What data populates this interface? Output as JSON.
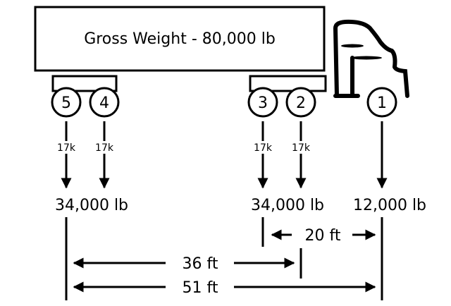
{
  "title": "Gross Weight - 80,000 lb",
  "axles": [
    {
      "number": "5",
      "load_label": "17k"
    },
    {
      "number": "4",
      "load_label": "17k"
    },
    {
      "number": "3",
      "load_label": "17k"
    },
    {
      "number": "2",
      "load_label": "17k"
    },
    {
      "number": "1"
    }
  ],
  "group_loads": {
    "rear_tandem": "34,000 lb",
    "drive_tandem": "34,000 lb",
    "steer": "12,000 lb"
  },
  "dimensions": {
    "steer_to_drive": "20 ft",
    "rear_to_drive": "36 ft",
    "overall": "51 ft"
  },
  "colors": {
    "ink": "#000000",
    "background": "#ffffff"
  }
}
